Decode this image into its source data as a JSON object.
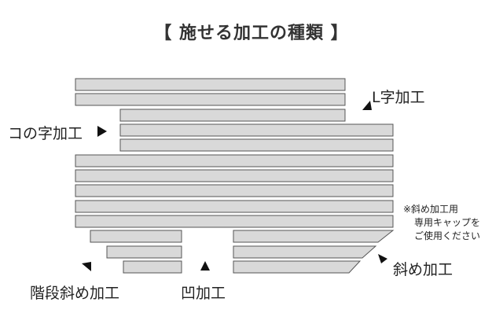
{
  "title": "【 施せる加工の種類 】",
  "labels": {
    "l_cut": "L字加工",
    "ko_cut": "コの字加工",
    "step_diagonal": "階段斜め加工",
    "notch": "凹加工",
    "diagonal": "斜め加工"
  },
  "note": {
    "line1": "※斜め加工用",
    "line2": "専用キャップを",
    "line3": "ご使用ください"
  },
  "colors": {
    "board_fill": "#d9d9d9",
    "board_stroke": "#555555",
    "arrow": "#111111"
  }
}
